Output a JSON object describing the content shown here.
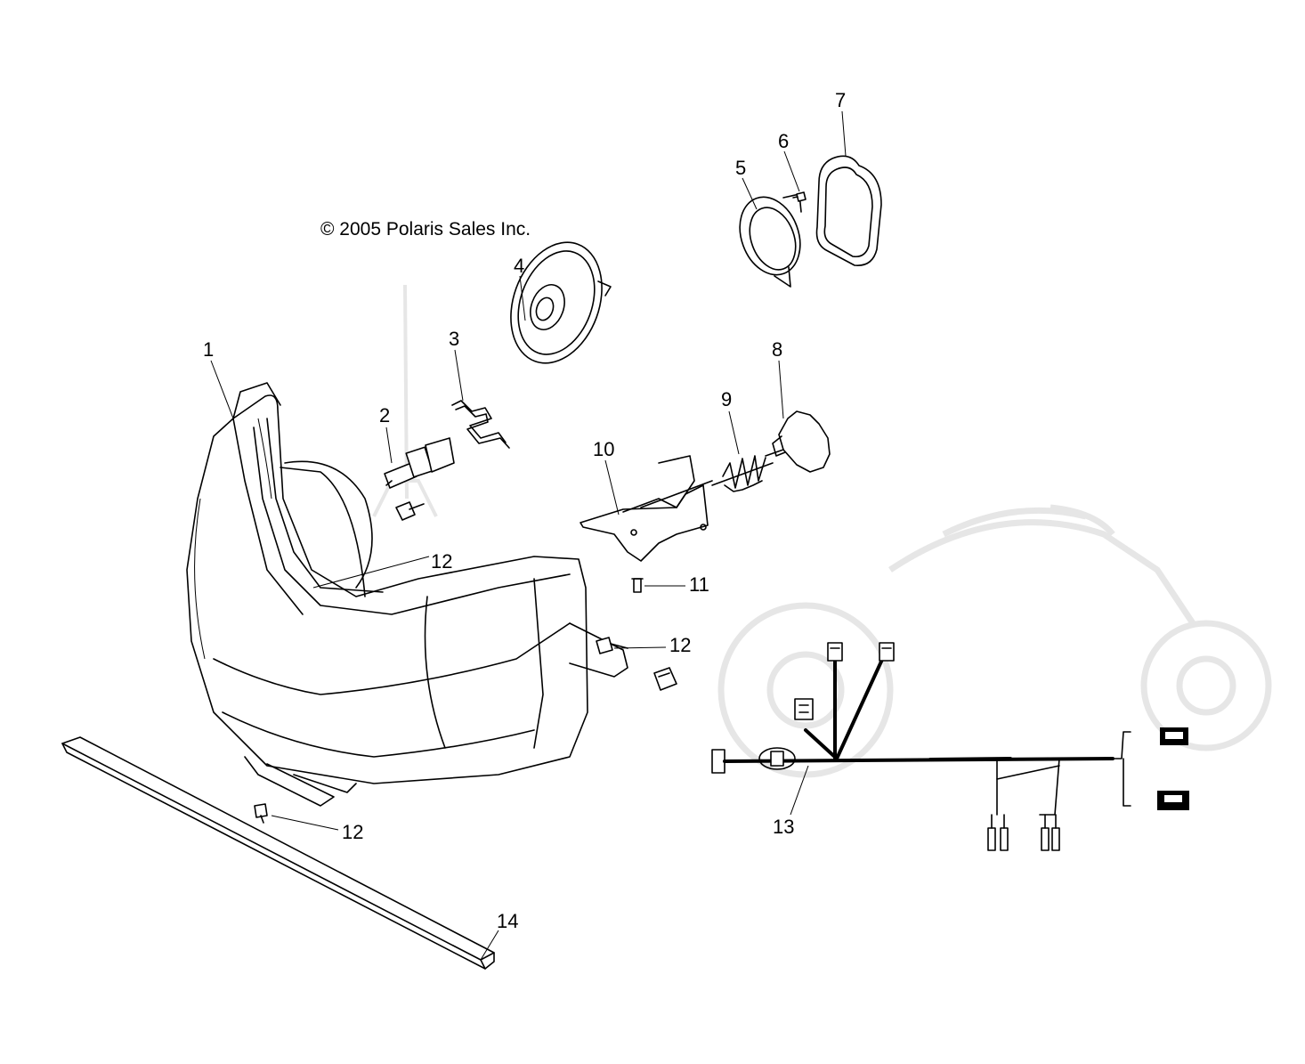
{
  "copyright": "© 2005 Polaris Sales Inc.",
  "watermark": "",
  "callouts": [
    {
      "id": "callout-1",
      "label": "1"
    },
    {
      "id": "callout-2",
      "label": "2"
    },
    {
      "id": "callout-3",
      "label": "3"
    },
    {
      "id": "callout-4",
      "label": "4"
    },
    {
      "id": "callout-5",
      "label": "5"
    },
    {
      "id": "callout-6",
      "label": "6"
    },
    {
      "id": "callout-7",
      "label": "7"
    },
    {
      "id": "callout-8",
      "label": "8"
    },
    {
      "id": "callout-9",
      "label": "9"
    },
    {
      "id": "callout-10",
      "label": "10"
    },
    {
      "id": "callout-11",
      "label": "11"
    },
    {
      "id": "callout-12a",
      "label": "12"
    },
    {
      "id": "callout-12b",
      "label": "12"
    },
    {
      "id": "callout-12c",
      "label": "12"
    },
    {
      "id": "callout-13",
      "label": "13"
    },
    {
      "id": "callout-14",
      "label": "14"
    }
  ],
  "colors": {
    "line": "#000000",
    "watermark": "#e4e4e4",
    "background": "#ffffff"
  }
}
